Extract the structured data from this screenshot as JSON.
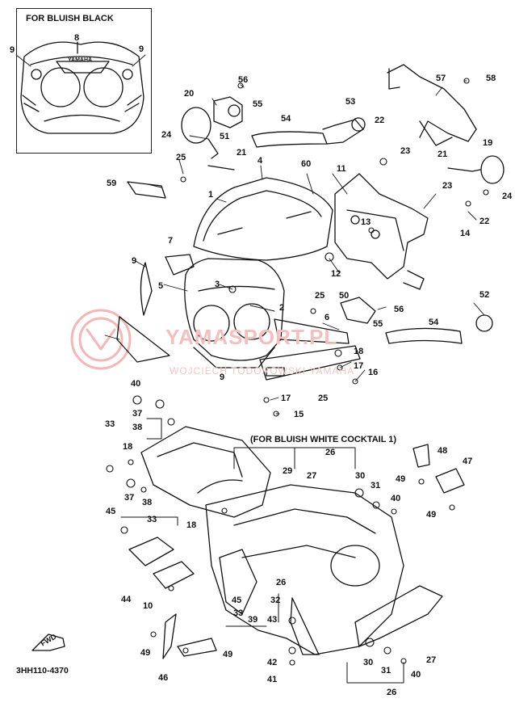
{
  "inset": {
    "title": "FOR BLUISH BLACK",
    "logo": "YAMAHA"
  },
  "variant_note": "(FOR BLUISH WHITE COCKTAIL 1)",
  "diagram_code": "3HH110-4370",
  "fwd_label": "FWD",
  "watermark": {
    "text": "YAMASPORT.PL",
    "subtext": "WOJCIECH TODOROWSKI YAMAHA"
  },
  "callouts": [
    "8",
    "9",
    "9",
    "56",
    "53",
    "57",
    "58",
    "20",
    "55",
    "54",
    "22",
    "21",
    "51",
    "24",
    "25",
    "21",
    "23",
    "19",
    "4",
    "60",
    "11",
    "59",
    "1",
    "23",
    "24",
    "13",
    "22",
    "14",
    "7",
    "9",
    "12",
    "5",
    "3",
    "25",
    "50",
    "52",
    "56",
    "55",
    "54",
    "2",
    "6",
    "9",
    "18",
    "17",
    "16",
    "17",
    "25",
    "15",
    "40",
    "37",
    "38",
    "33",
    "26",
    "18",
    "29",
    "27",
    "30",
    "48",
    "31",
    "40",
    "49",
    "47",
    "37",
    "38",
    "45",
    "33",
    "18",
    "49",
    "44",
    "45",
    "10",
    "39",
    "33",
    "26",
    "32",
    "43",
    "49",
    "42",
    "30",
    "31",
    "40",
    "27",
    "46",
    "49",
    "41",
    "26"
  ]
}
